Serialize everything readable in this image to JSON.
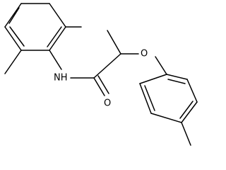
{
  "molecule": {
    "atom_labels": {
      "nh": "NH",
      "o_carbonyl": "O",
      "o_ether": "O"
    }
  }
}
